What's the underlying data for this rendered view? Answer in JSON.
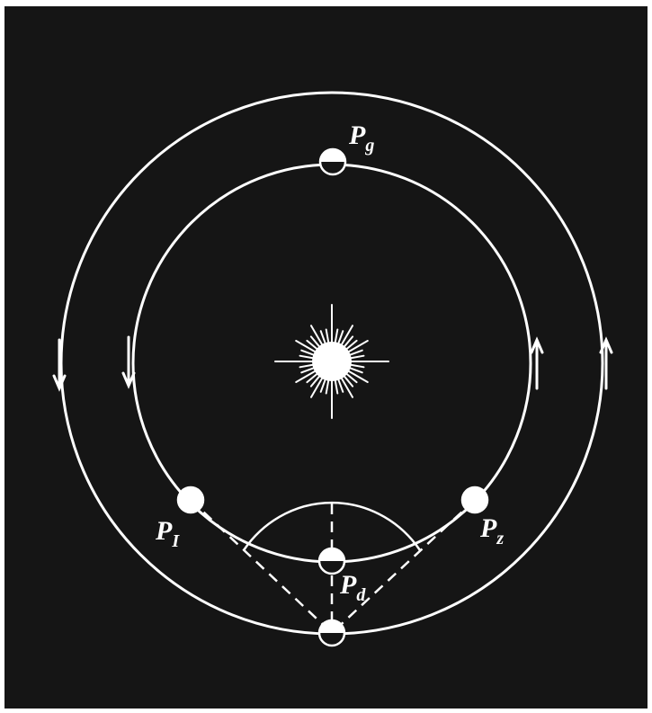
{
  "diagram": {
    "colors": {
      "background": "#151515",
      "ink": "#ffffff",
      "frame": "#ffffff"
    },
    "icons": {
      "center": "sun-icon",
      "planet": "half-lit-planet-icon",
      "direction": "arrow-icon"
    },
    "labels": {
      "pg": {
        "main": "P",
        "sub": "g"
      },
      "p1": {
        "main": "P",
        "sub": "I"
      },
      "p2": {
        "main": "P",
        "sub": "z"
      },
      "pd": {
        "main": "P",
        "sub": "d"
      }
    }
  }
}
